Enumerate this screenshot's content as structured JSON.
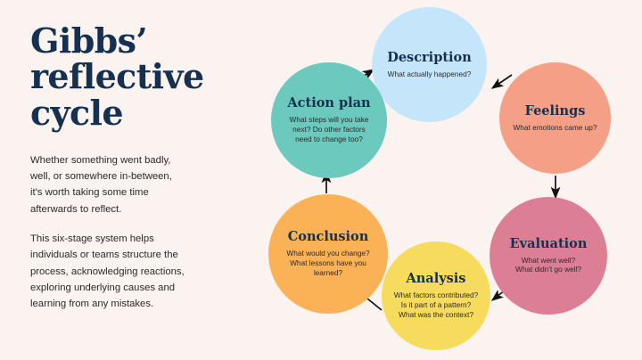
{
  "background_color": "#FAF3F0",
  "title_color": "#16304F",
  "header": {
    "title": "Gibbs’\nreflective\ncycle"
  },
  "intro": {
    "paragraph_1": "Whether something went badly,\nwell, or somewhere in-between,\nit's worth taking some time\nafterwards to reflect.",
    "paragraph_2": "This six-stage system helps\nindividuals or teams structure the\nprocess, acknowledging reactions,\nexploring underlying causes and\nlearning from any mistakes."
  },
  "diagram": {
    "type": "cycle",
    "direction": "clockwise",
    "stage_count": 6,
    "stages": [
      {
        "id": "description",
        "title": "Description",
        "description": "What actually happened?",
        "color": "#C5E6FA"
      },
      {
        "id": "feelings",
        "title": "Feelings",
        "description": "What emotions came up?",
        "color": "#F5A086"
      },
      {
        "id": "evaluation",
        "title": "Evaluation",
        "description": "What went well?\nWhat didn't go well?",
        "color": "#DD7F94"
      },
      {
        "id": "analysis",
        "title": "Analysis",
        "description": "What factors contributed?\nIs it part of a pattern?\nWhat was the context?",
        "color": "#F7DB5C"
      },
      {
        "id": "conclusion",
        "title": "Conclusion",
        "description": "What would you change?\nWhat lessons have you\nlearned?",
        "color": "#FBB155"
      },
      {
        "id": "action-plan",
        "title": "Action plan",
        "description": "What steps will you take\nnext? Do other factors\nneed to change too?",
        "color": "#6CC9BE"
      }
    ],
    "arrows": [
      {
        "from": "action-plan",
        "to": "description",
        "direction": "up-right"
      },
      {
        "from": "description",
        "to": "feelings",
        "direction": "down-right"
      },
      {
        "from": "feelings",
        "to": "evaluation",
        "direction": "down"
      },
      {
        "from": "evaluation",
        "to": "analysis",
        "direction": "down-left"
      },
      {
        "from": "analysis",
        "to": "conclusion",
        "direction": "up-left"
      },
      {
        "from": "conclusion",
        "to": "action-plan",
        "direction": "up"
      }
    ],
    "arrow_color": "#111111"
  }
}
